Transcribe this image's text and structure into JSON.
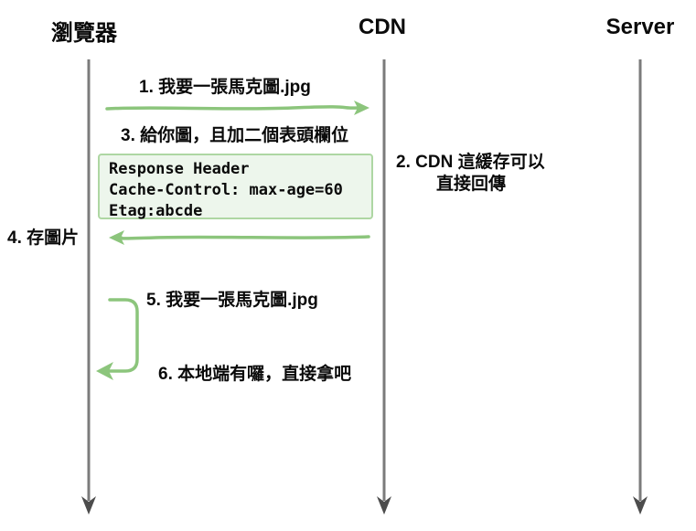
{
  "colors": {
    "arrow_green": "#8cc57c",
    "box_border": "#aed7a3",
    "box_fill": "#edf6ec",
    "lifeline_gray": "#7b7b7b",
    "lifeline_head": "#4c4c4c",
    "text": "#0a0a0a"
  },
  "actors": [
    {
      "label": "瀏覽器"
    },
    {
      "label": "CDN"
    },
    {
      "label": "Server"
    }
  ],
  "messages": {
    "m1": "1. 我要一張馬克圖.jpg",
    "m2_line1": "2. CDN 這緩存可以",
    "m2_line2": "直接回傳",
    "m3": "3. 給你圖，且加二個表頭欄位",
    "m4": "4. 存圖片",
    "m5": "5. 我要一張馬克圖.jpg",
    "m6": "6. 本地端有囉，直接拿吧"
  },
  "response_header_box": {
    "lines": [
      "Response Header",
      "Cache-Control: max-age=60",
      "Etag:abcde"
    ]
  }
}
